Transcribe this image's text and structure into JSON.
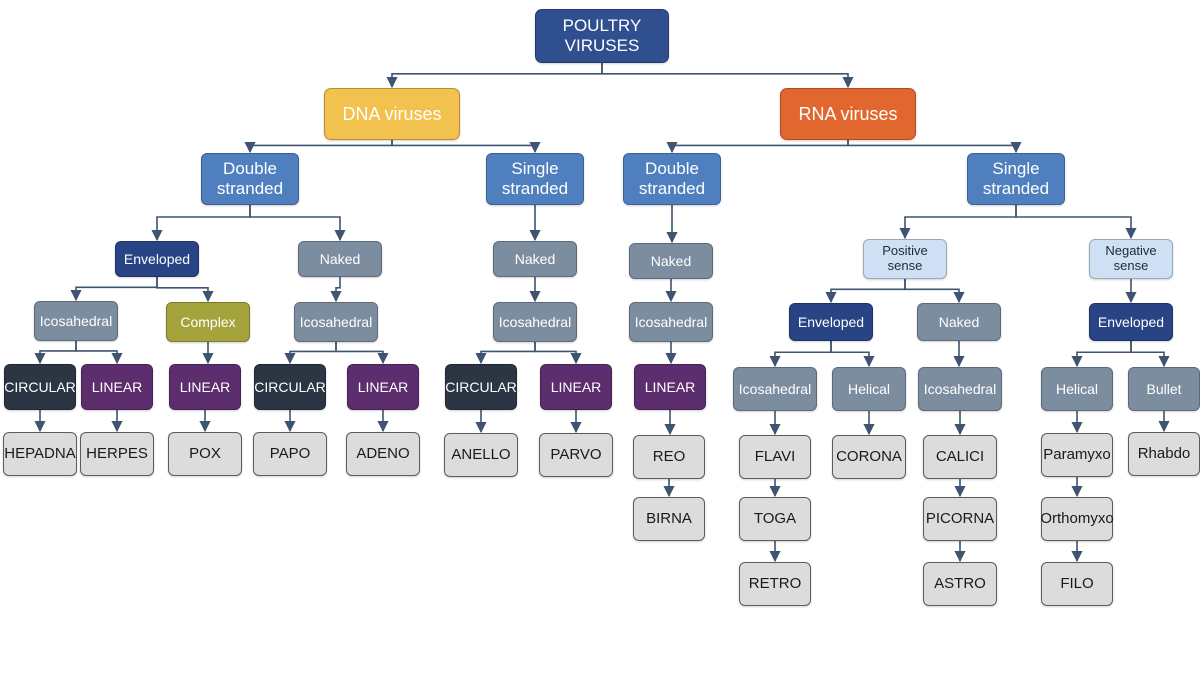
{
  "colors": {
    "root": "#2f4f8f",
    "dna": "#f2c14e",
    "rna": "#e2672e",
    "strand": "#4f7fbf",
    "sense": "#cfe0f5",
    "enveloped": "#284485",
    "grey": "#7d8da0",
    "complex": "#a5a43c",
    "circular": "#2b3544",
    "linear": "#5d2e6e",
    "leaf": "#dcdcdc",
    "edge": "#3e5470"
  },
  "nodes": [
    {
      "id": "root",
      "label": "POULTRY\nVIRUSES",
      "kind": "root"
    },
    {
      "id": "dna",
      "label": "DNA viruses",
      "kind": "dna"
    },
    {
      "id": "rna",
      "label": "RNA viruses",
      "kind": "rna"
    },
    {
      "id": "dna_ds",
      "label": "Double\nstranded",
      "kind": "strand"
    },
    {
      "id": "dna_ss",
      "label": "Single\nstranded",
      "kind": "strand"
    },
    {
      "id": "rna_ds",
      "label": "Double\nstranded",
      "kind": "strand"
    },
    {
      "id": "rna_ss",
      "label": "Single\nstranded",
      "kind": "strand"
    },
    {
      "id": "dds_env",
      "label": "Enveloped",
      "kind": "enveloped"
    },
    {
      "id": "dds_naked",
      "label": "Naked",
      "kind": "grey"
    },
    {
      "id": "dss_naked",
      "label": "Naked",
      "kind": "grey"
    },
    {
      "id": "rds_naked",
      "label": "Naked",
      "kind": "grey"
    },
    {
      "id": "pos",
      "label": "Positive\nsense",
      "kind": "sense"
    },
    {
      "id": "neg",
      "label": "Negative\nsense",
      "kind": "sense"
    },
    {
      "id": "dds_env_ico",
      "label": "Icosahedral",
      "kind": "grey"
    },
    {
      "id": "dds_env_cx",
      "label": "Complex",
      "kind": "complex"
    },
    {
      "id": "dds_naked_ico",
      "label": "Icosahedral",
      "kind": "grey"
    },
    {
      "id": "dss_ico",
      "label": "Icosahedral",
      "kind": "grey"
    },
    {
      "id": "rds_ico",
      "label": "Icosahedral",
      "kind": "grey"
    },
    {
      "id": "pos_env",
      "label": "Enveloped",
      "kind": "enveloped"
    },
    {
      "id": "pos_naked",
      "label": "Naked",
      "kind": "grey"
    },
    {
      "id": "neg_env",
      "label": "Enveloped",
      "kind": "enveloped"
    },
    {
      "id": "c1",
      "label": "CIRCULAR",
      "kind": "circular"
    },
    {
      "id": "l1",
      "label": "LINEAR",
      "kind": "linear"
    },
    {
      "id": "l2",
      "label": "LINEAR",
      "kind": "linear"
    },
    {
      "id": "c2",
      "label": "CIRCULAR",
      "kind": "circular"
    },
    {
      "id": "l3",
      "label": "LINEAR",
      "kind": "linear"
    },
    {
      "id": "c3",
      "label": "CIRCULAR",
      "kind": "circular"
    },
    {
      "id": "l4",
      "label": "LINEAR",
      "kind": "linear"
    },
    {
      "id": "l5",
      "label": "LINEAR",
      "kind": "linear"
    },
    {
      "id": "pe_ico",
      "label": "Icosahedral",
      "kind": "grey"
    },
    {
      "id": "pe_hel",
      "label": "Helical",
      "kind": "grey"
    },
    {
      "id": "pn_ico",
      "label": "Icosahedral",
      "kind": "grey"
    },
    {
      "id": "ne_hel",
      "label": "Helical",
      "kind": "grey"
    },
    {
      "id": "ne_bul",
      "label": "Bullet",
      "kind": "grey"
    },
    {
      "id": "hepadna",
      "label": "HEPADNA",
      "kind": "leaf"
    },
    {
      "id": "herpes",
      "label": "HERPES",
      "kind": "leaf"
    },
    {
      "id": "pox",
      "label": "POX",
      "kind": "leaf"
    },
    {
      "id": "papo",
      "label": "PAPO",
      "kind": "leaf"
    },
    {
      "id": "adeno",
      "label": "ADENO",
      "kind": "leaf"
    },
    {
      "id": "anello",
      "label": "ANELLO",
      "kind": "leaf"
    },
    {
      "id": "parvo",
      "label": "PARVO",
      "kind": "leaf"
    },
    {
      "id": "reo",
      "label": "REO",
      "kind": "leaf"
    },
    {
      "id": "birna",
      "label": "BIRNA",
      "kind": "leaf"
    },
    {
      "id": "flavi",
      "label": "FLAVI",
      "kind": "leaf"
    },
    {
      "id": "toga",
      "label": "TOGA",
      "kind": "leaf"
    },
    {
      "id": "retro",
      "label": "RETRO",
      "kind": "leaf"
    },
    {
      "id": "corona",
      "label": "CORONA",
      "kind": "leaf"
    },
    {
      "id": "calici",
      "label": "CALICI",
      "kind": "leaf"
    },
    {
      "id": "picorna",
      "label": "PICORNA",
      "kind": "leaf"
    },
    {
      "id": "astro",
      "label": "ASTRO",
      "kind": "leaf"
    },
    {
      "id": "paramyxo",
      "label": "Paramyxo",
      "kind": "leaf"
    },
    {
      "id": "orthomyxo",
      "label": "Orthomyxo",
      "kind": "leaf"
    },
    {
      "id": "filo",
      "label": "FILO",
      "kind": "leaf"
    },
    {
      "id": "rhabdo",
      "label": "Rhabdo",
      "kind": "leaf"
    }
  ],
  "edges": [
    [
      "root",
      "dna"
    ],
    [
      "root",
      "rna"
    ],
    [
      "dna",
      "dna_ds"
    ],
    [
      "dna",
      "dna_ss"
    ],
    [
      "rna",
      "rna_ds"
    ],
    [
      "rna",
      "rna_ss"
    ],
    [
      "dna_ds",
      "dds_env"
    ],
    [
      "dna_ds",
      "dds_naked"
    ],
    [
      "dna_ss",
      "dss_naked"
    ],
    [
      "rna_ds",
      "rds_naked"
    ],
    [
      "rna_ss",
      "pos"
    ],
    [
      "rna_ss",
      "neg"
    ],
    [
      "dds_env",
      "dds_env_ico"
    ],
    [
      "dds_env",
      "dds_env_cx"
    ],
    [
      "dds_naked",
      "dds_naked_ico"
    ],
    [
      "dss_naked",
      "dss_ico"
    ],
    [
      "rds_naked",
      "rds_ico"
    ],
    [
      "pos",
      "pos_env"
    ],
    [
      "pos",
      "pos_naked"
    ],
    [
      "neg",
      "neg_env"
    ],
    [
      "dds_env_ico",
      "c1"
    ],
    [
      "dds_env_ico",
      "l1"
    ],
    [
      "dds_env_cx",
      "l2"
    ],
    [
      "dds_naked_ico",
      "c2"
    ],
    [
      "dds_naked_ico",
      "l3"
    ],
    [
      "dss_ico",
      "c3"
    ],
    [
      "dss_ico",
      "l4"
    ],
    [
      "rds_ico",
      "l5"
    ],
    [
      "pos_env",
      "pe_ico"
    ],
    [
      "pos_env",
      "pe_hel"
    ],
    [
      "pos_naked",
      "pn_ico"
    ],
    [
      "neg_env",
      "ne_hel"
    ],
    [
      "neg_env",
      "ne_bul"
    ],
    [
      "c1",
      "hepadna"
    ],
    [
      "l1",
      "herpes"
    ],
    [
      "l2",
      "pox"
    ],
    [
      "c2",
      "papo"
    ],
    [
      "l3",
      "adeno"
    ],
    [
      "c3",
      "anello"
    ],
    [
      "l4",
      "parvo"
    ],
    [
      "l5",
      "reo"
    ],
    [
      "reo",
      "birna"
    ],
    [
      "pe_ico",
      "flavi"
    ],
    [
      "flavi",
      "toga"
    ],
    [
      "toga",
      "retro"
    ],
    [
      "pe_hel",
      "corona"
    ],
    [
      "pn_ico",
      "calici"
    ],
    [
      "calici",
      "picorna"
    ],
    [
      "picorna",
      "astro"
    ],
    [
      "ne_hel",
      "paramyxo"
    ],
    [
      "paramyxo",
      "orthomyxo"
    ],
    [
      "orthomyxo",
      "filo"
    ],
    [
      "ne_bul",
      "rhabdo"
    ]
  ]
}
